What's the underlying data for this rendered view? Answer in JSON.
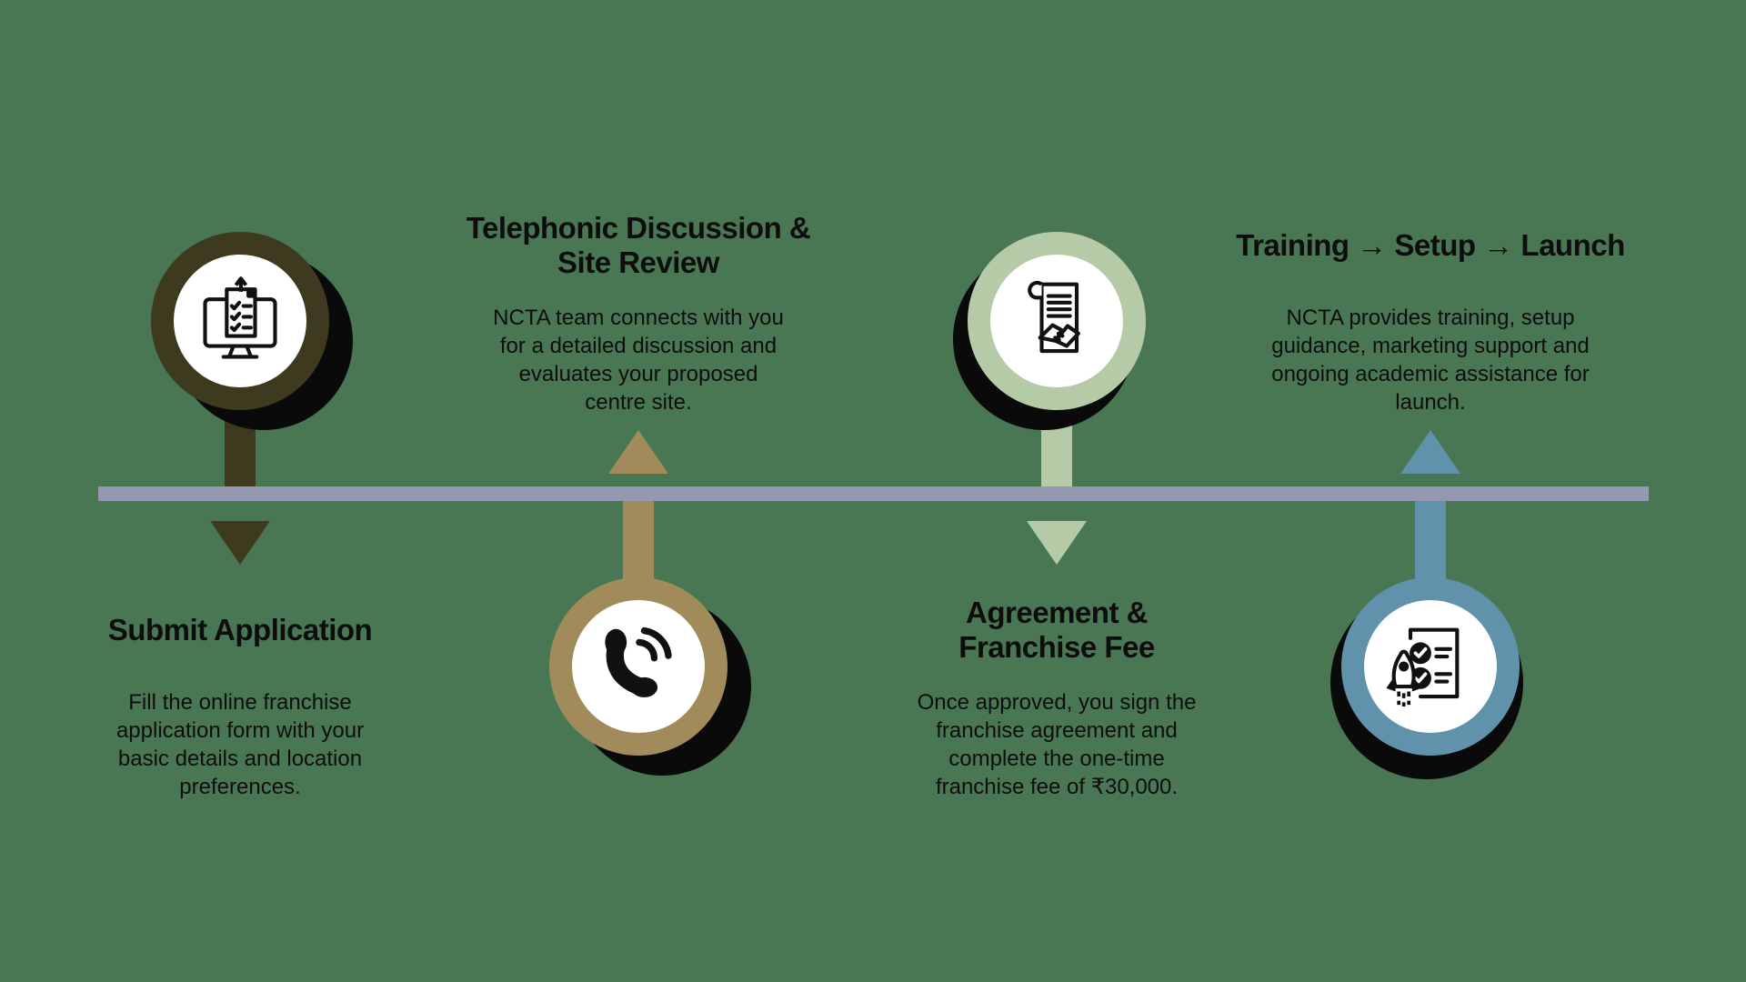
{
  "canvas": {
    "background": "#497753"
  },
  "timeline": {
    "bar_color": "#9698B2"
  },
  "steps": [
    {
      "title": "Submit Application",
      "description": "Fill the online franchise application form with your basic details and location preferences.",
      "position": "circle-above-timeline",
      "accent_color": "#3E3A1F",
      "icon": "monitor-upload-checklist"
    },
    {
      "title": "Telephonic Discussion & Site Review",
      "description": "NCTA team connects with you for a detailed discussion and evaluates your proposed centre site.",
      "position": "circle-below-timeline",
      "accent_color": "#A18B5B",
      "icon": "phone-call"
    },
    {
      "title": "Agreement & Franchise Fee",
      "description": "Once approved, you sign the franchise agreement and complete the one-time franchise fee of ₹30,000.",
      "position": "circle-above-timeline",
      "accent_color": "#B5CAA7",
      "icon": "contract-handshake"
    },
    {
      "title": "Training → Setup → Launch",
      "description": "NCTA provides training, setup guidance, marketing support and ongoing academic assistance for launch.",
      "position": "circle-below-timeline",
      "accent_color": "#6093AB",
      "icon": "rocket-checklist"
    }
  ]
}
